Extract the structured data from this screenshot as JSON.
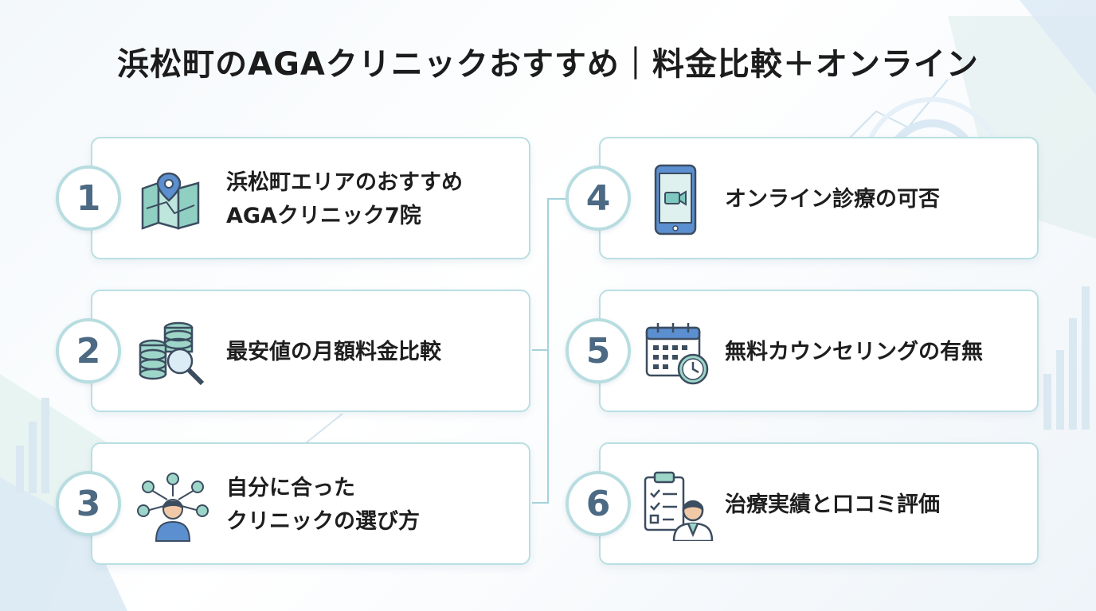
{
  "title": "浜松町のAGAクリニックおすすめ｜料金比較＋オンライン",
  "items": [
    {
      "number": "1",
      "lines": [
        "浜松町エリアのおすすめ",
        "AGAクリニック7院"
      ],
      "icon": "map-pin-icon"
    },
    {
      "number": "2",
      "lines": [
        "最安値の月額料金比較"
      ],
      "icon": "coins-magnifier-icon"
    },
    {
      "number": "3",
      "lines": [
        "自分に合った",
        "クリニックの選び方"
      ],
      "icon": "person-choices-icon"
    },
    {
      "number": "4",
      "lines": [
        "オンライン診療の可否"
      ],
      "icon": "smartphone-video-icon"
    },
    {
      "number": "5",
      "lines": [
        "無料カウンセリングの有無"
      ],
      "icon": "calendar-clock-icon"
    },
    {
      "number": "6",
      "lines": [
        "治療実績と口コミ評価"
      ],
      "icon": "doctor-clipboard-icon"
    }
  ],
  "colors": {
    "card_border": "#b9dfe3",
    "number_text": "#4d6a84",
    "accent_teal": "#7fc8c0",
    "accent_blue": "#5b8fd0"
  }
}
